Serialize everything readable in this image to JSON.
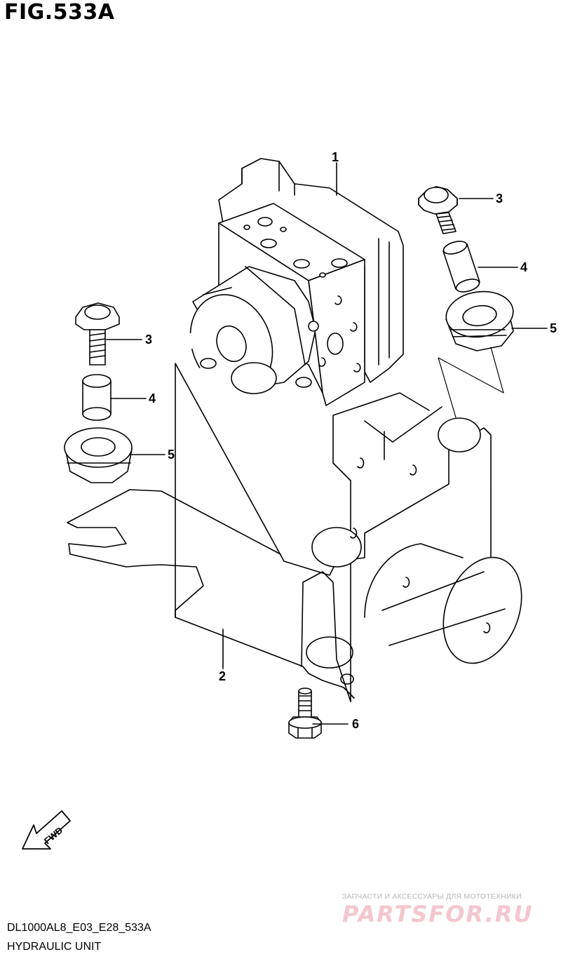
{
  "figure": {
    "title": "FIG.533A",
    "code": "DL1000AL8_E03_E28_533A",
    "caption": "HYDRAULIC UNIT"
  },
  "callouts": {
    "c1": "1",
    "c2": "2",
    "c3_right": "3",
    "c4_right": "4",
    "c5_right": "5",
    "c3_left": "3",
    "c4_left": "4",
    "c5_left": "5",
    "c6": "6"
  },
  "fwd_label": "FWD",
  "watermark": {
    "line1": "ЗАПЧАСТИ И АКСЕССУАРЫ ДЛЯ МОТОТЕХНИКИ",
    "line2": "PARTSFOR.RU"
  }
}
